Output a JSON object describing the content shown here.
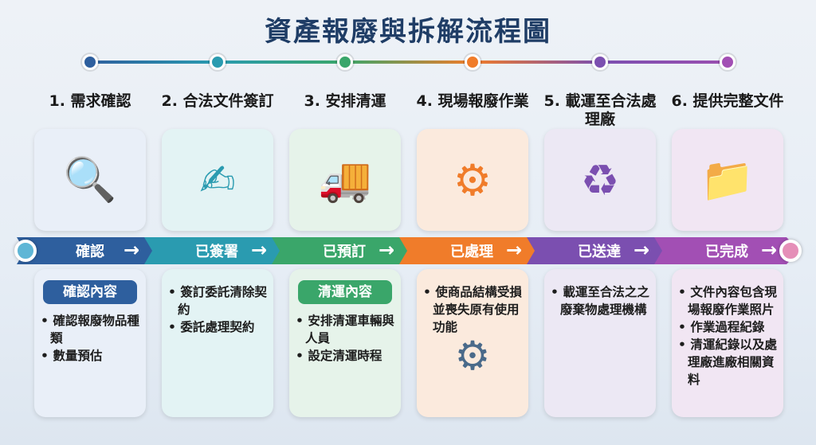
{
  "title": "資產報廢與拆解流程圖",
  "colors": [
    "#2e5f9e",
    "#2a9bb0",
    "#3aa66a",
    "#f07c2a",
    "#7b4fb0",
    "#a24fb4"
  ],
  "steps": [
    {
      "heading": "1. 需求確認",
      "status": "確認",
      "icon": "magnifier-inventory-icon",
      "pill": "確認內容",
      "items": [
        "確認報廢物品種類",
        "數量預估"
      ]
    },
    {
      "heading": "2. 合法文件簽訂",
      "status": "已簽署",
      "icon": "contract-pen-icon",
      "pill": "",
      "items": [
        "簽訂委託清除契約",
        "委託處理契約"
      ]
    },
    {
      "heading": "3. 安排清運",
      "status": "已預訂",
      "icon": "calendar-truck-icon",
      "pill": "清運內容",
      "items": [
        "安排清運車輛與人員",
        "設定清運時程"
      ]
    },
    {
      "heading": "4. 現場報廢作業",
      "status": "已處理",
      "icon": "gears-machine-icon",
      "pill": "",
      "items": [
        "使商品結構受損並喪失原有使用功能"
      ]
    },
    {
      "heading": "5. 載運至合法處理廠",
      "status": "已送達",
      "icon": "truck-recycle-factory-icon",
      "pill": "",
      "items": [
        "載運至合法之之廢棄物處理機構"
      ]
    },
    {
      "heading": "6. 提供完整文件",
      "status": "已完成",
      "icon": "folder-documents-icon",
      "pill": "",
      "items": [
        "文件內容包含現場報廢作業照片",
        "作業過程紀錄",
        "清運紀錄以及處理廠進廠相關資料"
      ]
    }
  ]
}
